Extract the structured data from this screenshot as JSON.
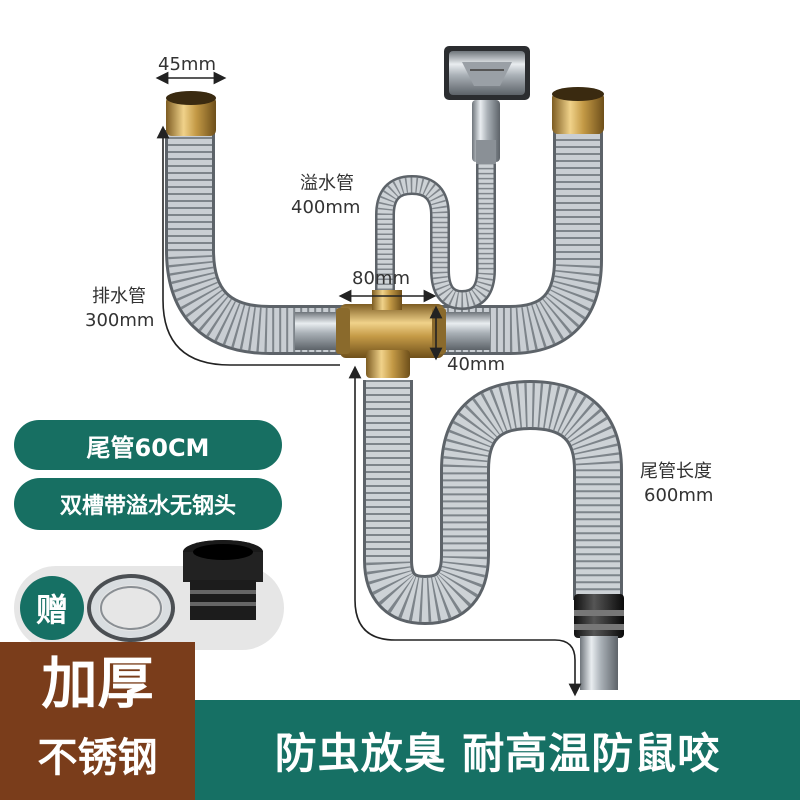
{
  "labels": {
    "inlet_width": "45mm",
    "overflow_pipe_name": "溢水管",
    "overflow_pipe_len": "400mm",
    "drain_pipe_name": "排水管",
    "drain_pipe_len": "300mm",
    "tee_width": "80mm",
    "tee_outlet": "40mm",
    "tail_pipe_name": "尾管长度",
    "tail_pipe_len": "600mm"
  },
  "pills": {
    "tail": "尾管60CM",
    "spec": "双槽带溢水无钢头"
  },
  "gift": {
    "badge": "赠"
  },
  "bottom": {
    "left_line1": "加厚",
    "left_line2": "不锈钢",
    "right_text": "防虫放臭 耐高温防鼠咬"
  },
  "colors": {
    "brand_green": "#167064",
    "brown": "#7a3d1b",
    "brass": "#c9a356",
    "steel": "#b9bfc5"
  }
}
